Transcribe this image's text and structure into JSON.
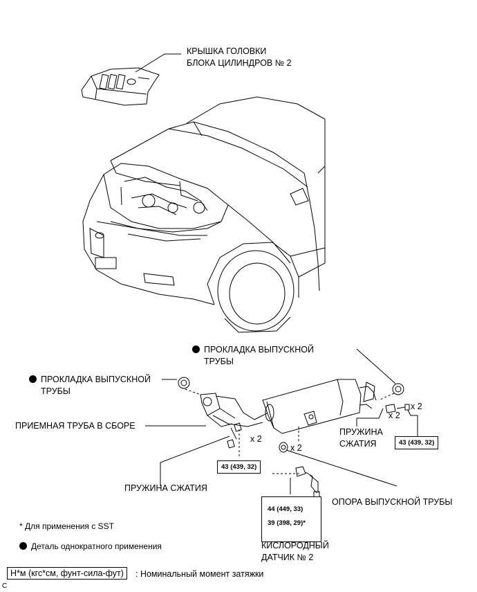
{
  "labels": {
    "cover_line1": "КРЫШКА ГОЛОВКИ",
    "cover_line2": "БЛОКА ЦИЛИНДРОВ № 2",
    "gasket_right_line1": "ПРОКЛАДКА ВЫПУСКНОЙ",
    "gasket_right_line2": "ТРУБЫ",
    "gasket_left_line1": "ПРОКЛАДКА ВЫПУСКНОЙ",
    "gasket_left_line2": "ТРУБЫ",
    "front_pipe": "ПРИЕМНАЯ ТРУБА В СБОРЕ",
    "spring_right_line1": "ПРУЖИНА",
    "spring_right_line2": "СЖАТИЯ",
    "spring_bottom": "ПРУЖИНА СЖАТИЯ",
    "exhaust_support": "ОПОРА ВЫПУСКНОЙ ТРУБЫ",
    "o2_sensor_line1": "КИСЛОРОДНЫЙ",
    "o2_sensor_line2": "ДАТЧИК № 2"
  },
  "multipliers": {
    "right_a": "x 2",
    "right_b": "x 2",
    "pipe": "x 2",
    "support": "x 2"
  },
  "torques": {
    "right": "43 (439, 32)",
    "pipe": "43 (439, 32)",
    "sensor_line1": "44 (449, 33)",
    "sensor_line2": "39 (398, 29)*"
  },
  "legend": {
    "sst_note": "* Для применения с SST",
    "single_use": "Деталь однократного применения",
    "unit_box": "Н*м (кгс*см, фунт-сила-фут)",
    "unit_desc": ": Номинальный момент затяжки",
    "corner_code": "C"
  }
}
